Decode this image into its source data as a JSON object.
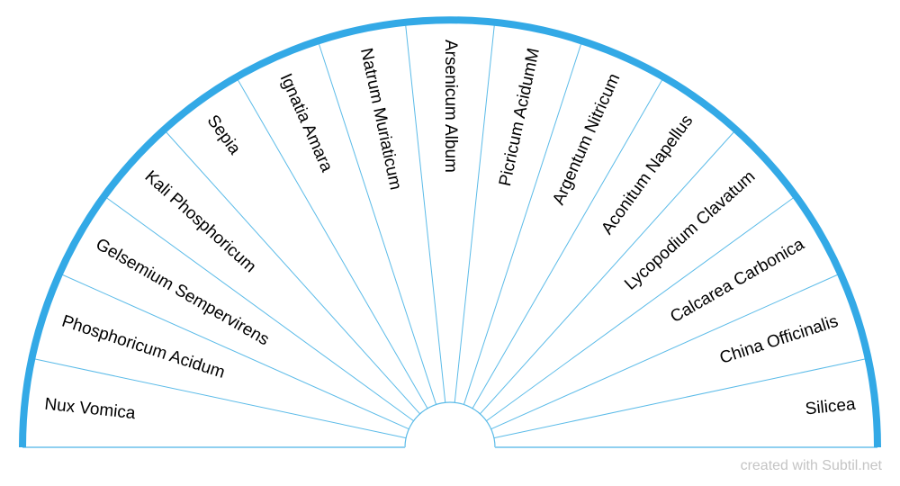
{
  "chart_data": {
    "type": "semicircle-dial",
    "title": "",
    "segments": [
      "Nux Vomica",
      "Phosphoricum Acidum",
      "Gelsemium Sempervirens",
      "Kali Phosphoricum",
      "Sepia",
      "Ignatia Amara",
      "Natrum Muriaticum",
      "Arsenicum Album",
      "Picricum AcidumM",
      "Argentum Nitricum",
      "Aconitum Napellus",
      "Lycopodium Clavatum",
      "Calcarea Carbonica",
      "China Officinalis",
      "Silicea"
    ],
    "colors": {
      "rim": "#33a9e6",
      "divider": "#5bbbe8",
      "baseline": "#8fd0f0",
      "text": "#000000"
    }
  },
  "footer": {
    "credit": "created with Subtil.net"
  }
}
